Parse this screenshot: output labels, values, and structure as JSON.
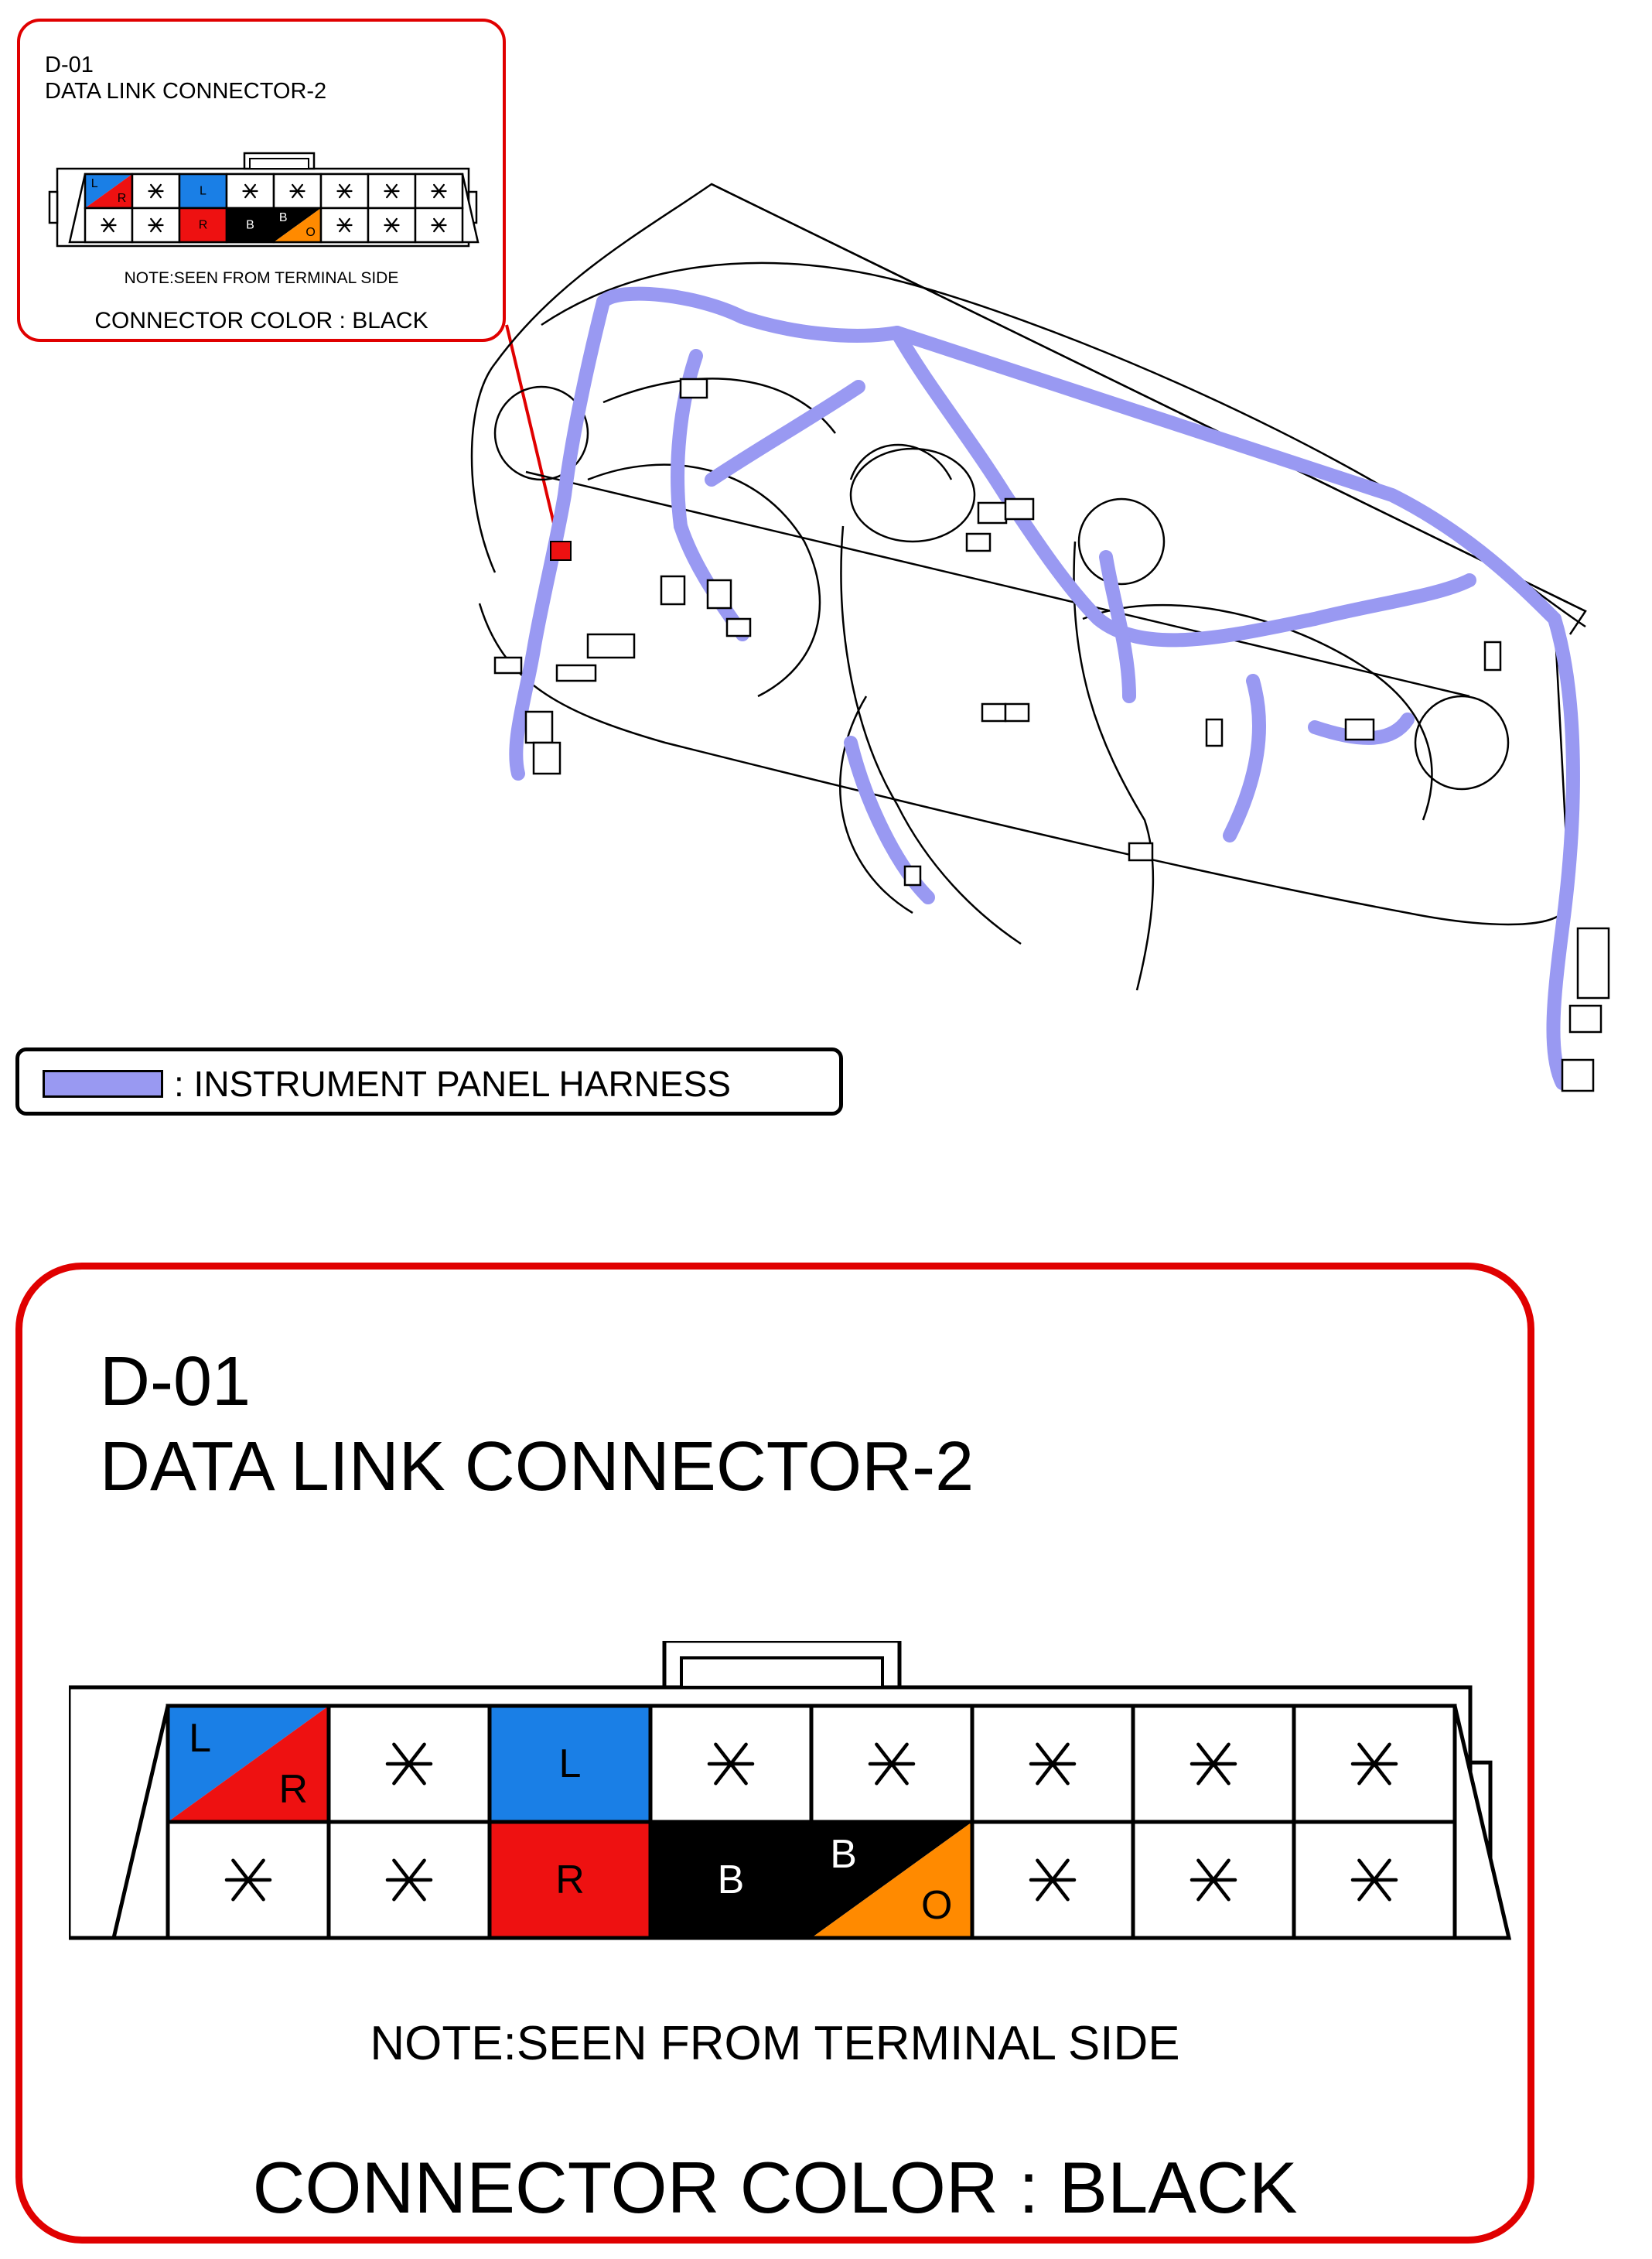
{
  "connector": {
    "code": "D-01",
    "name": "DATA LINK CONNECTOR-2",
    "note": "NOTE:SEEN FROM TERMINAL SIDE",
    "color_label": "CONNECTOR COLOR : BLACK",
    "empty_symbol": "✱",
    "pins_top": [
      {
        "split": true,
        "a": "L",
        "b": "R",
        "a_color": "#1a7fe6",
        "b_color": "#ee1111"
      },
      {
        "empty": true
      },
      {
        "label": "L",
        "color": "#1a7fe6"
      },
      {
        "empty": true
      },
      {
        "empty": true
      },
      {
        "empty": true
      },
      {
        "empty": true
      },
      {
        "empty": true
      }
    ],
    "pins_bottom": [
      {
        "empty": true
      },
      {
        "empty": true
      },
      {
        "label": "R",
        "color": "#ee1111"
      },
      {
        "label": "B",
        "color": "#000000"
      },
      {
        "split": true,
        "a": "B",
        "b": "O",
        "a_color": "#000000",
        "b_color": "#ff8a00"
      },
      {
        "empty": true
      },
      {
        "empty": true
      },
      {
        "empty": true
      }
    ]
  },
  "legend": {
    "label": ": INSTRUMENT PANEL HARNESS",
    "harness_color": "#9999f2"
  },
  "colors": {
    "callout_border": "#e00000",
    "connector_marker": "#ee1111"
  }
}
